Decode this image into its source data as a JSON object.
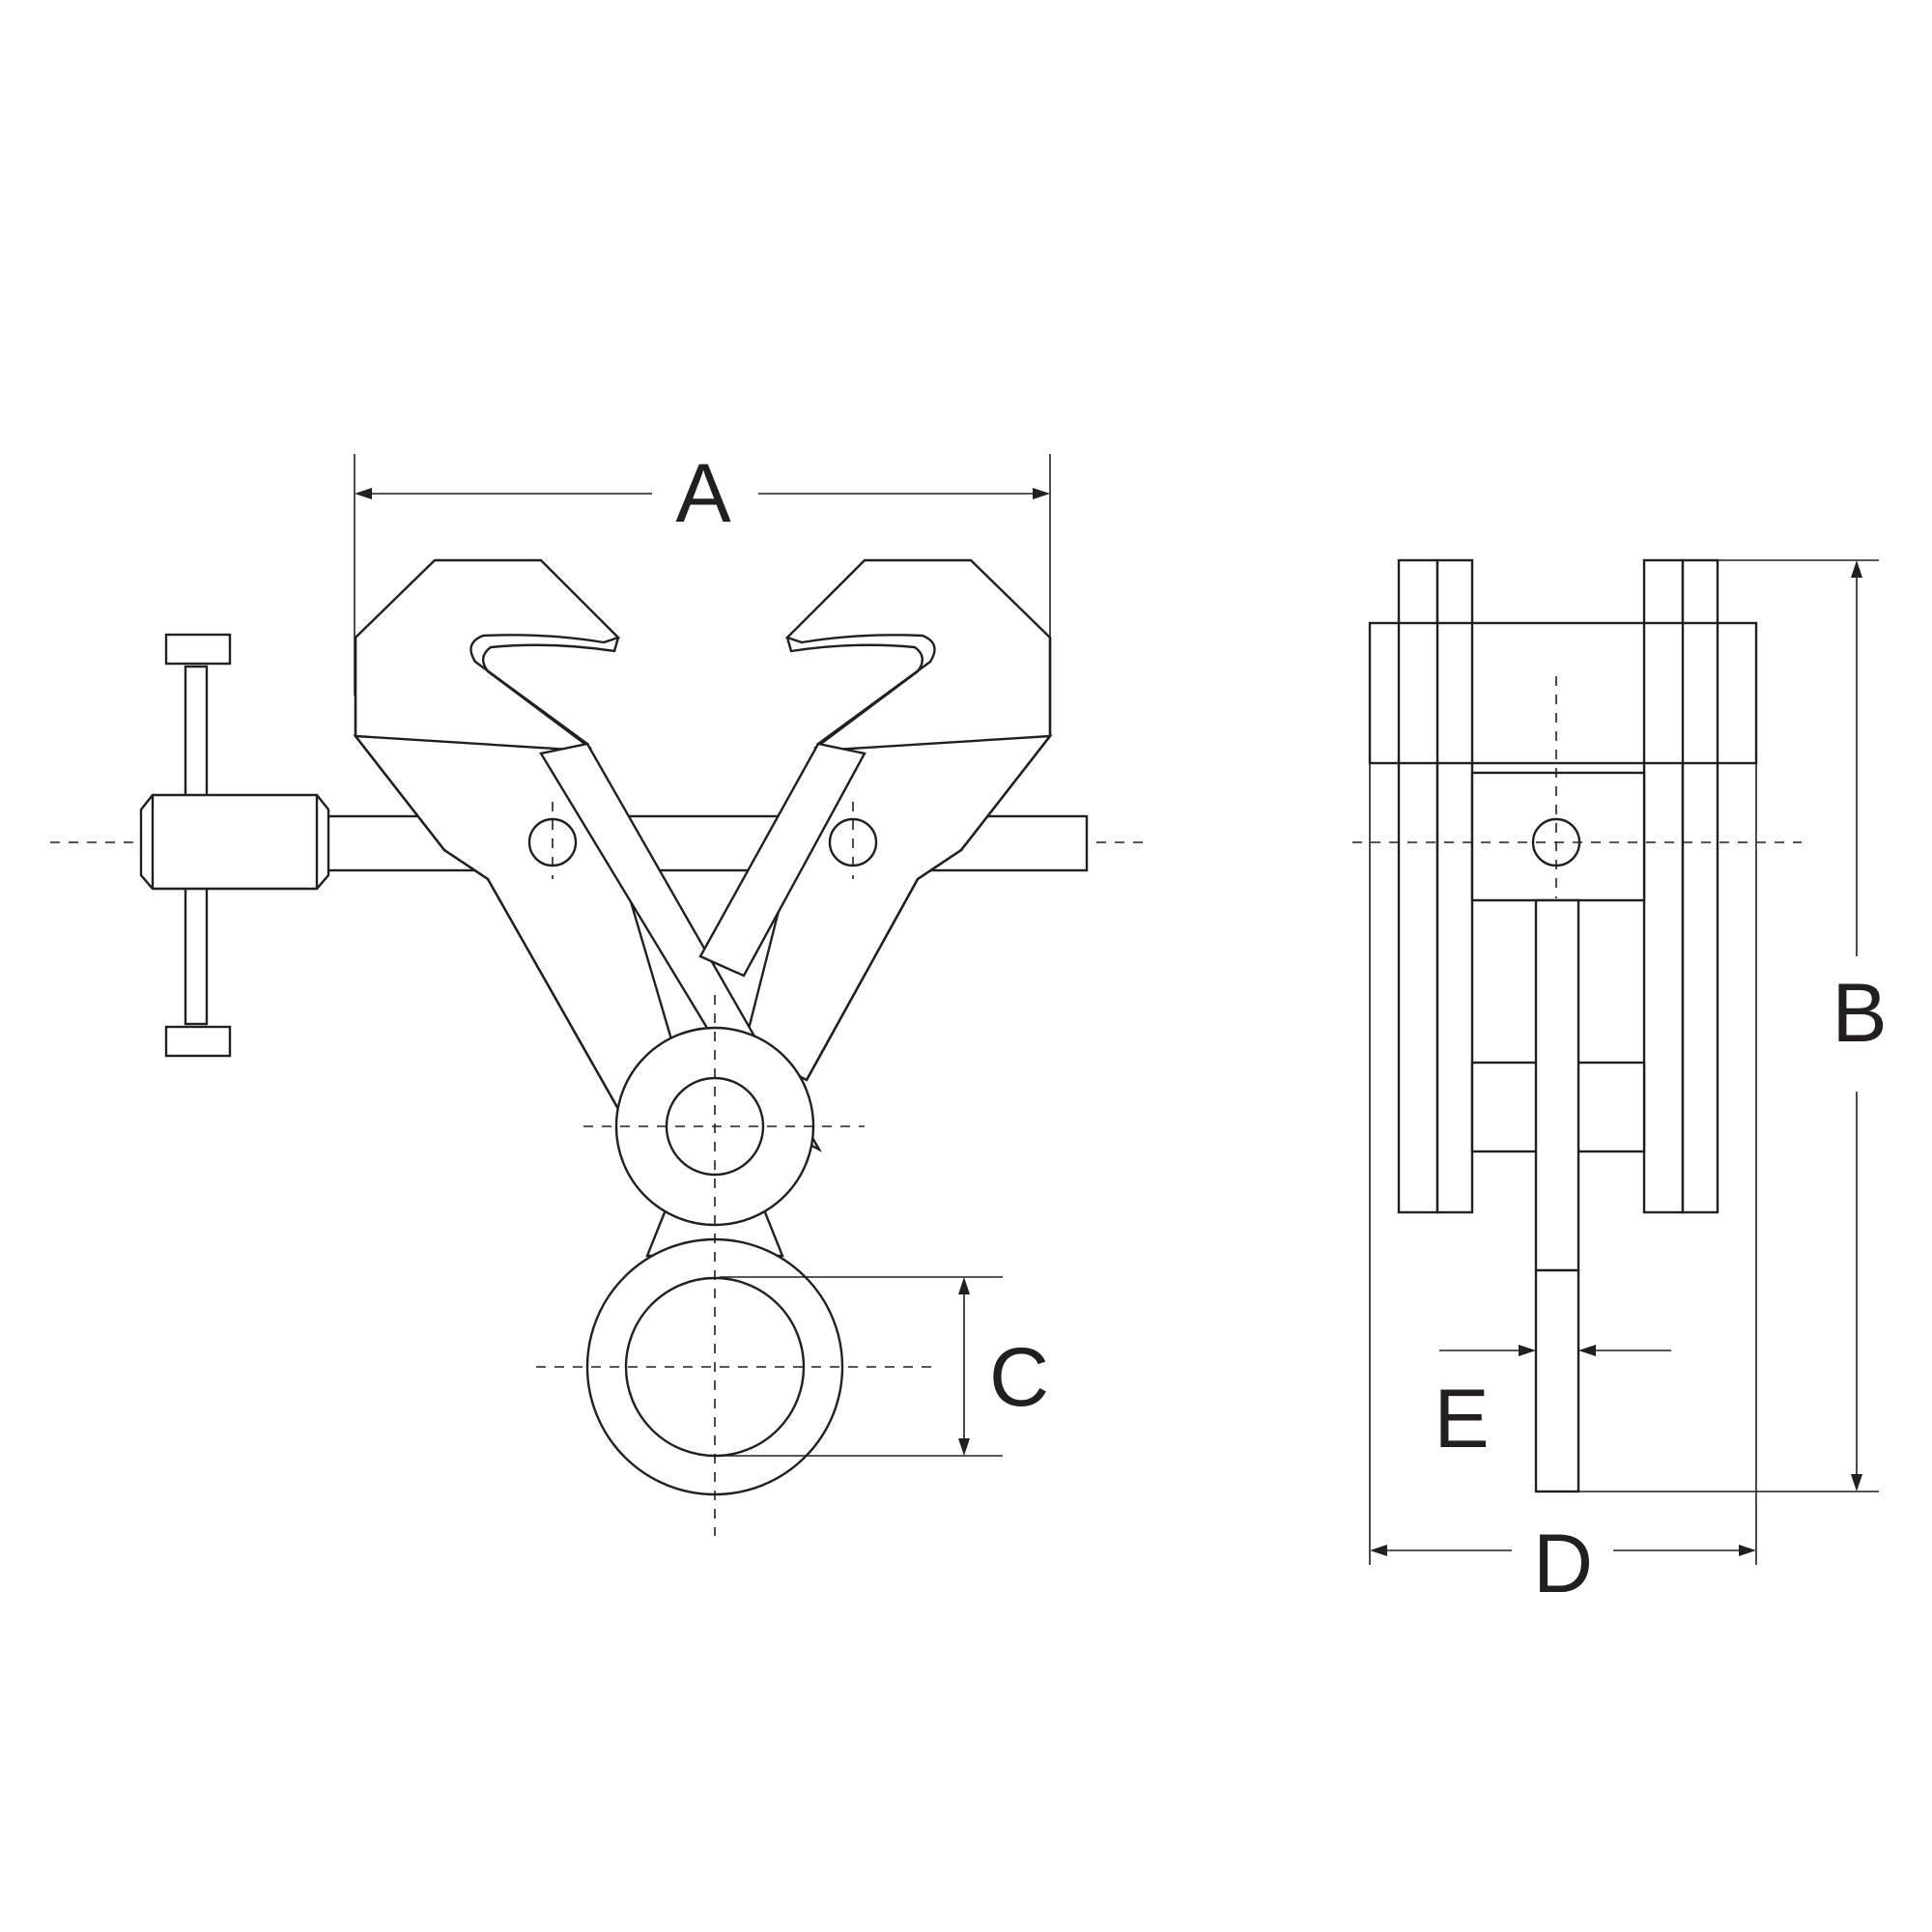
{
  "diagram": {
    "dimension_labels": {
      "a": "A",
      "b": "B",
      "c": "C",
      "d": "D",
      "e": "E"
    },
    "line_color": "#231f20",
    "background_color": "#ffffff"
  }
}
